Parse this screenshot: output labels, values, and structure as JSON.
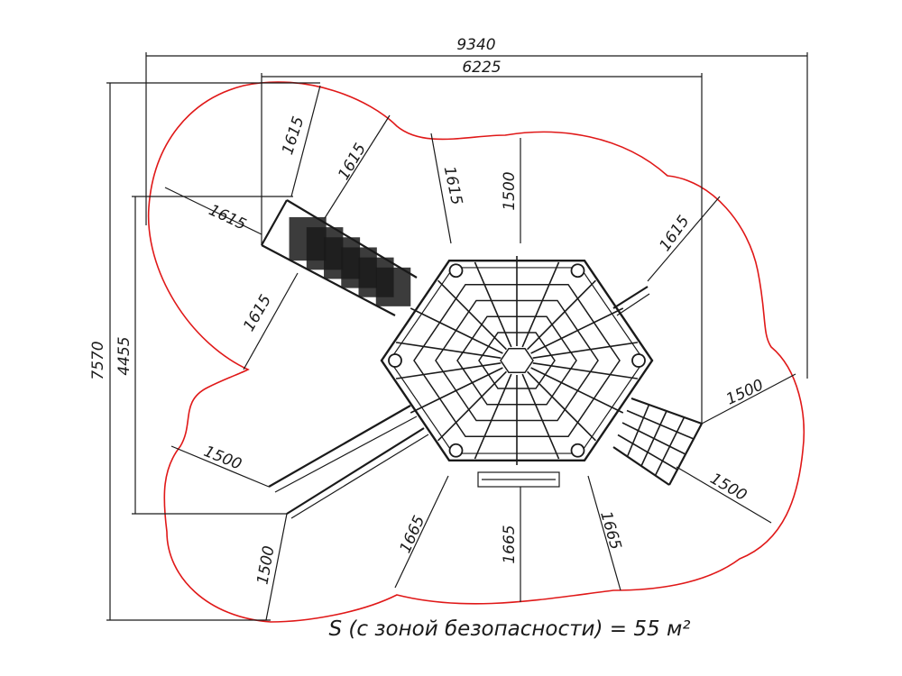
{
  "dimensions": {
    "total_width": "9340",
    "frame_width": "6225",
    "total_height": "7570",
    "frame_height": "4455",
    "clearance_1615": "1615",
    "clearance_1500": "1500",
    "clearance_1665": "1665"
  },
  "area_label": "S (с зоной безопасности) = 55 м²",
  "colors": {
    "safety_zone": "#e01818",
    "lines": "#1a1a1a"
  }
}
